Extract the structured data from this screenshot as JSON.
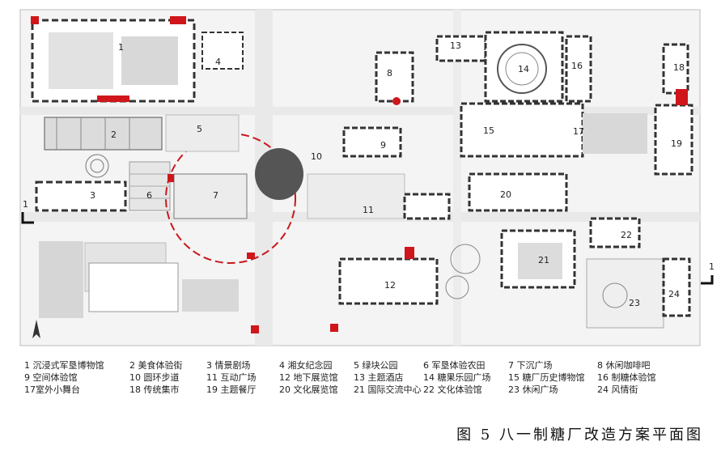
{
  "figure": {
    "caption": "图 5  八一制糖厂改造方案平面图"
  },
  "section_marks": {
    "left": "1",
    "right": "1"
  },
  "zones": [
    {
      "num": "1"
    },
    {
      "num": "2"
    },
    {
      "num": "3"
    },
    {
      "num": "4"
    },
    {
      "num": "5"
    },
    {
      "num": "6"
    },
    {
      "num": "7"
    },
    {
      "num": "8"
    },
    {
      "num": "9"
    },
    {
      "num": "10"
    },
    {
      "num": "11"
    },
    {
      "num": "12"
    },
    {
      "num": "13"
    },
    {
      "num": "14"
    },
    {
      "num": "15"
    },
    {
      "num": "16"
    },
    {
      "num": "17"
    },
    {
      "num": "18"
    },
    {
      "num": "19"
    },
    {
      "num": "20"
    },
    {
      "num": "21"
    },
    {
      "num": "22"
    },
    {
      "num": "23"
    },
    {
      "num": "24"
    }
  ],
  "legend": {
    "rows": [
      [
        "1  沉浸式军垦博物馆",
        "2  美食体验街",
        "3  情景剧场",
        "4  湘女纪念园",
        "5  绿块公园",
        "6  军垦体验农田",
        "7  下沉广场",
        "8  休闲咖啡吧"
      ],
      [
        "9  空间体验馆",
        "10  圆环步道",
        "11  互动广场",
        "12  地下展览馆",
        "13  主题酒店",
        "14  糖果乐园广场",
        "15  糖厂历史博物馆",
        "16  制糖体验馆"
      ],
      [
        "17室外小舞台",
        "18  传统集市",
        "19  主题餐厅",
        "20  文化展览馆",
        "21  国际交流中心",
        "22  文化体验馆",
        "23  休闲广场",
        "24  风情街"
      ]
    ]
  }
}
